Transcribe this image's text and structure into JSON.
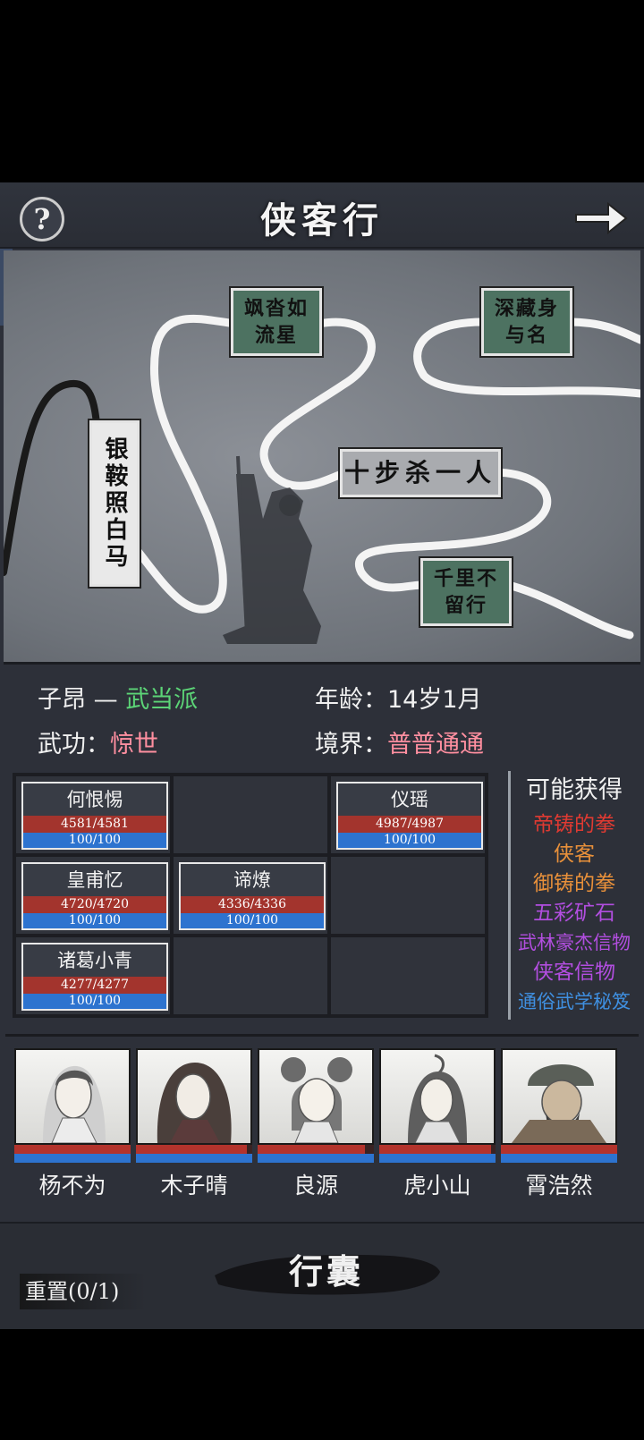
{
  "header": {
    "title": "侠客行",
    "help_label": "?"
  },
  "map": {
    "nodes": [
      {
        "id": "n1",
        "label": "飒沓如流星"
      },
      {
        "id": "n2",
        "label": "深藏身与名"
      },
      {
        "id": "n3",
        "label": "银鞍照白马"
      },
      {
        "id": "n4",
        "label": "十步杀一人"
      },
      {
        "id": "n5",
        "label": "千里不留行"
      }
    ]
  },
  "character": {
    "name": "子昂",
    "separator": "—",
    "sect": "武当派",
    "age_label": "年龄：",
    "age_value": "14岁1月",
    "martial_label": "武功：",
    "martial_value": "惊世",
    "realm_label": "境界：",
    "realm_value": "普普通通"
  },
  "formation": [
    {
      "name": "何恨惕",
      "hp": "4581/4581",
      "mp": "100/100"
    },
    {
      "name": "仪瑶",
      "hp": "4987/4987",
      "mp": "100/100"
    },
    {
      "name": "皇甫忆",
      "hp": "4720/4720",
      "mp": "100/100"
    },
    {
      "name": "谛燎",
      "hp": "4336/4336",
      "mp": "100/100"
    },
    {
      "name": "诸葛小青",
      "hp": "4277/4277",
      "mp": "100/100"
    }
  ],
  "rewards": {
    "title": "可能获得",
    "items": [
      {
        "label": "帝铸的拳",
        "color": "#e03a32"
      },
      {
        "label": "侠客",
        "color": "#e8903a"
      },
      {
        "label": "御铸的拳",
        "color": "#e8903a"
      },
      {
        "label": "五彩矿石",
        "color": "#b24ee0"
      },
      {
        "label": "武林豪杰信物",
        "color": "#b24ee0"
      },
      {
        "label": "侠客信物",
        "color": "#b24ee0"
      },
      {
        "label": "通俗武学秘笈",
        "color": "#3f8fe0"
      }
    ]
  },
  "party": [
    {
      "name": "杨不为",
      "hp_fill": 1.0,
      "mp_fill": 1.0
    },
    {
      "name": "木子晴",
      "hp_fill": 0.95,
      "mp_fill": 1.0
    },
    {
      "name": "良源",
      "hp_fill": 0.92,
      "mp_fill": 1.0
    },
    {
      "name": "虎小山",
      "hp_fill": 0.96,
      "mp_fill": 1.0
    },
    {
      "name": "霄浩然",
      "hp_fill": 1.0,
      "mp_fill": 1.0
    }
  ],
  "footer": {
    "bag_label": "行囊",
    "reset_label": "重置(0/1)"
  }
}
